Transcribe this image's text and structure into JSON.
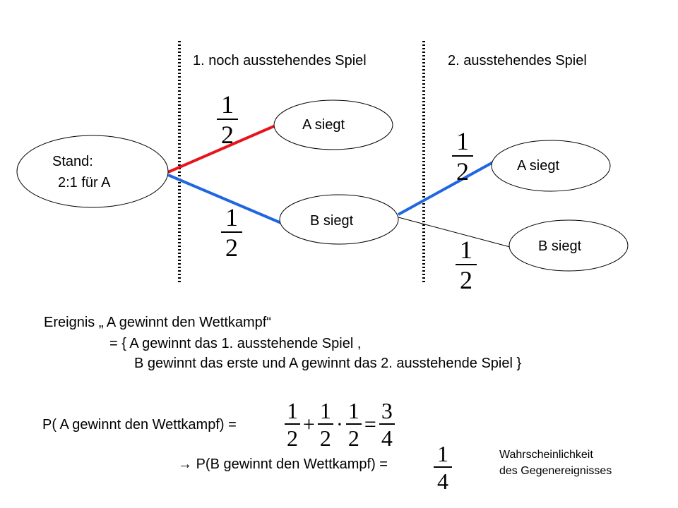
{
  "columns": {
    "first": "1. noch ausstehendes Spiel",
    "second": "2. ausstehendes Spiel"
  },
  "nodes": {
    "root_line1": "Stand:",
    "root_line2": "2:1 für A",
    "a1": "A siegt",
    "b1": "B siegt",
    "a2": "A siegt",
    "b2": "B siegt"
  },
  "probabilities": {
    "numerator": "1",
    "denominator": "2"
  },
  "colors": {
    "red_branch": "#e8141b",
    "blue_branch": "#1f66e0"
  },
  "event": {
    "line1": "Ereignis „ A gewinnt den Wettkampf“",
    "line2": "= { A gewinnt das 1. ausstehende Spiel ,",
    "line3": "B gewinnt das erste und A gewinnt das 2. ausstehende Spiel  }"
  },
  "formula_a": {
    "label": "P( A gewinnt den Wettkampf) =",
    "f1_num": "1",
    "f1_den": "2",
    "plus": "+",
    "f2_num": "1",
    "f2_den": "2",
    "dot": "·",
    "f3_num": "1",
    "f3_den": "2",
    "equals": "=",
    "res_num": "3",
    "res_den": "4"
  },
  "formula_b": {
    "arrow": "→",
    "label": "P(B gewinnt den Wettkampf) =",
    "res_num": "1",
    "res_den": "4"
  },
  "note": {
    "line1": "Wahrscheinlichkeit",
    "line2": "des Gegenereignisses"
  }
}
